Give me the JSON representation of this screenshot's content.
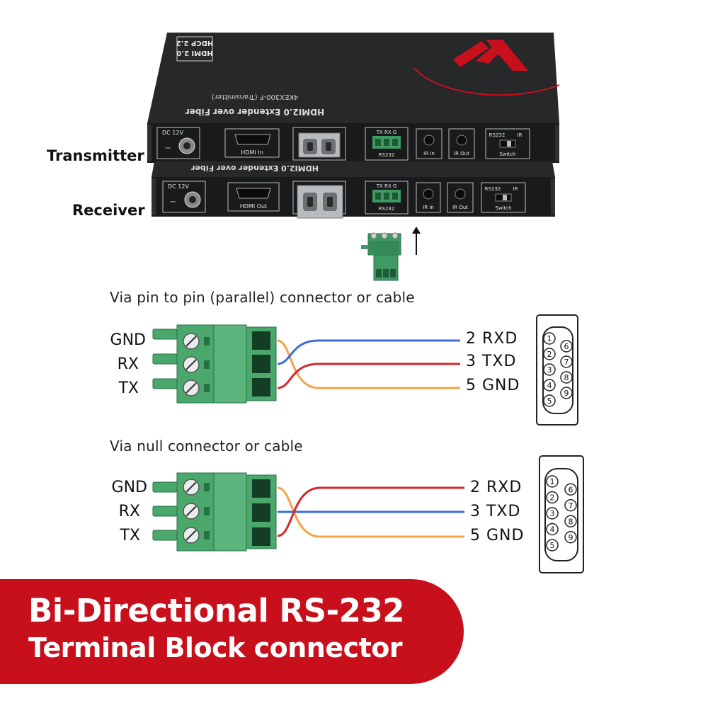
{
  "devices": {
    "transmitter_label": "Transmitter",
    "receiver_label": "Receiver",
    "transmitter_top_text": "HDMI2.0 Extender over Fiber",
    "transmitter_model_text": "4KEX300-F (Transmitter)",
    "receiver_top_text": "HDMI2.0 Extender over Fiber",
    "badge_line1": "HDMI 2.0",
    "badge_line2": "HDCP 2.2",
    "transmitter_ports": {
      "dc": "DC 12V",
      "hdmi": "HDMI In",
      "rs232_pins": "TX  RX  G",
      "rs232": "RS232",
      "ir_in": "IR In",
      "ir_out": "IR Out",
      "switch_left": "RS232",
      "switch_right": "IR",
      "switch": "Switch"
    },
    "receiver_ports": {
      "dc": "DC 12V",
      "hdmi": "HDMI Out",
      "rs232_pins": "TX  RX  G",
      "rs232": "RS232",
      "ir_in": "IR In",
      "ir_out": "IR Out",
      "switch_left": "RS232",
      "switch_right": "IR",
      "switch": "Switch"
    }
  },
  "diagram1": {
    "caption": "Via pin to pin (parallel) connector or cable",
    "pins": [
      "GND",
      "RX",
      "TX"
    ],
    "db9": [
      "2 RXD",
      "3 TXD",
      "5 GND"
    ]
  },
  "diagram2": {
    "caption": "Via null connector or cable",
    "pins": [
      "GND",
      "RX",
      "TX"
    ],
    "db9": [
      "2 RXD",
      "3 TXD",
      "5 GND"
    ]
  },
  "db9_pin_numbers": [
    "1",
    "2",
    "3",
    "4",
    "5",
    "6",
    "7",
    "8",
    "9"
  ],
  "banner": {
    "line1": "Bi-Directional RS-232",
    "line2": "Terminal Block connector"
  },
  "colors": {
    "device_body": "#1f2123",
    "terminal_green": "#3e9a62",
    "wire_blue": "#3a6fd8",
    "wire_red": "#d7262e",
    "wire_orange": "#f2a544",
    "banner_red": "#c8101d"
  }
}
